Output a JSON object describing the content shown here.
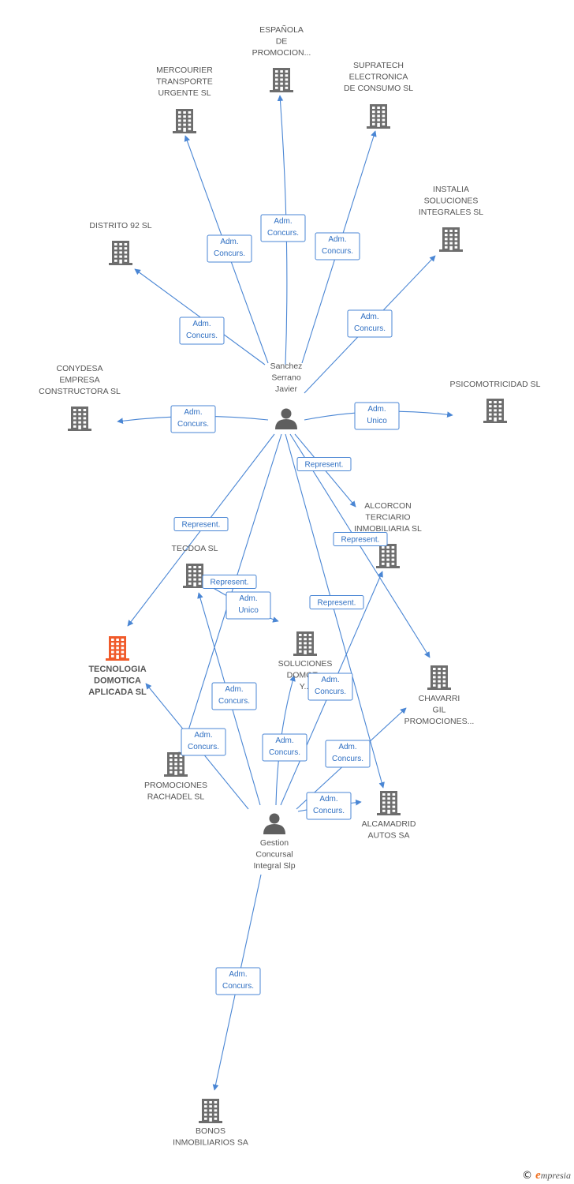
{
  "diagram": {
    "colors": {
      "edge": "#4a86d4",
      "company": "#6d6d6d",
      "highlight": "#f05a2a",
      "person": "#5f5f5f"
    },
    "nodes": [
      {
        "id": "espanola",
        "type": "company",
        "lines": [
          "ESPAÑOLA",
          "DE",
          "PROMOCION..."
        ]
      },
      {
        "id": "mercourier",
        "type": "company",
        "lines": [
          "MERCOURIER",
          "TRANSPORTE",
          "URGENTE SL"
        ]
      },
      {
        "id": "supratech",
        "type": "company",
        "lines": [
          "SUPRATECH",
          "ELECTRONICA",
          "DE CONSUMO SL"
        ]
      },
      {
        "id": "instalia",
        "type": "company",
        "lines": [
          "INSTALIA",
          "SOLUCIONES",
          "INTEGRALES SL"
        ]
      },
      {
        "id": "distrito92",
        "type": "company",
        "lines": [
          "DISTRITO 92 SL"
        ]
      },
      {
        "id": "conydesa",
        "type": "company",
        "lines": [
          "CONYDESA",
          "EMPRESA",
          "CONSTRUCTORA SL"
        ]
      },
      {
        "id": "psicomotricidad",
        "type": "company",
        "lines": [
          "PSICOMOTRICIDAD SL"
        ]
      },
      {
        "id": "sanchez",
        "type": "person",
        "lines": [
          "Sanchez",
          "Serrano",
          "Javier"
        ]
      },
      {
        "id": "alcorcon",
        "type": "company",
        "lines": [
          "ALCORCON",
          "TERCIARIO",
          "INMOBILIARIA SL"
        ]
      },
      {
        "id": "tecdoa",
        "type": "company",
        "lines": [
          "TECDOA SL"
        ]
      },
      {
        "id": "tecnologia",
        "type": "company",
        "highlight": true,
        "lines": [
          "TECNOLOGIA",
          "DOMOTICA",
          "APLICADA SL"
        ]
      },
      {
        "id": "soluciones",
        "type": "company",
        "lines": [
          "SOLUCIONES",
          "DOMOT...",
          "Y..."
        ]
      },
      {
        "id": "chavarri",
        "type": "company",
        "lines": [
          "CHAVARRI",
          "GIL",
          "PROMOCIONES..."
        ]
      },
      {
        "id": "rachadel",
        "type": "company",
        "lines": [
          "PROMOCIONES",
          "RACHADEL SL"
        ]
      },
      {
        "id": "gestion",
        "type": "person",
        "lines": [
          "Gestion",
          "Concursal",
          "Integral Slp"
        ]
      },
      {
        "id": "alcamadrid",
        "type": "company",
        "lines": [
          "ALCAMADRID",
          "AUTOS SA"
        ]
      },
      {
        "id": "bonos",
        "type": "company",
        "lines": [
          "BONOS",
          "INMOBILIARIOS SA"
        ]
      }
    ],
    "edges": [
      {
        "from": "sanchez",
        "to": "espanola",
        "lines": [
          "Adm.",
          "Concurs."
        ]
      },
      {
        "from": "sanchez",
        "to": "mercourier",
        "lines": [
          "Adm.",
          "Concurs."
        ]
      },
      {
        "from": "sanchez",
        "to": "supratech",
        "lines": [
          "Adm.",
          "Concurs."
        ]
      },
      {
        "from": "sanchez",
        "to": "instalia",
        "lines": [
          "Adm.",
          "Concurs."
        ]
      },
      {
        "from": "sanchez",
        "to": "distrito92",
        "lines": [
          "Adm.",
          "Concurs."
        ]
      },
      {
        "from": "sanchez",
        "to": "conydesa",
        "lines": [
          "Adm.",
          "Concurs."
        ]
      },
      {
        "from": "sanchez",
        "to": "psicomotricidad",
        "lines": [
          "Adm.",
          "Unico"
        ]
      },
      {
        "from": "sanchez",
        "to": "alcorcon",
        "lines": [
          "Represent."
        ]
      },
      {
        "from": "sanchez",
        "to": "tecnologia",
        "lines": [
          "Represent."
        ]
      },
      {
        "from": "sanchez",
        "to": "chavarri",
        "lines": [
          "Represent."
        ]
      },
      {
        "from": "sanchez",
        "to": "tecdoa",
        "lines": [
          "Represent."
        ]
      },
      {
        "from": "sanchez",
        "to": "alcamadrid",
        "lines": [
          "Represent."
        ]
      },
      {
        "from": "tecdoa",
        "to": "soluciones",
        "lines": [
          "Adm.",
          "Unico"
        ]
      },
      {
        "from": "gestion",
        "to": "tecdoa",
        "lines": [
          "Adm.",
          "Concurs."
        ]
      },
      {
        "from": "gestion",
        "to": "tecnologia",
        "lines": [
          "Adm.",
          "Concurs."
        ]
      },
      {
        "from": "gestion",
        "to": "soluciones",
        "lines": [
          "Adm.",
          "Concurs."
        ]
      },
      {
        "from": "gestion",
        "to": "alcorcon",
        "lines": [
          "Adm.",
          "Concurs."
        ]
      },
      {
        "from": "gestion",
        "to": "chavarri",
        "lines": [
          "Adm.",
          "Concurs."
        ]
      },
      {
        "from": "gestion",
        "to": "alcamadrid",
        "lines": [
          "Adm.",
          "Concurs."
        ]
      },
      {
        "from": "gestion",
        "to": "bonos",
        "lines": [
          "Adm.",
          "Concurs."
        ]
      }
    ]
  },
  "footer": {
    "copyright": "©",
    "brand_initial": "e",
    "brand_rest": "mpresia"
  }
}
